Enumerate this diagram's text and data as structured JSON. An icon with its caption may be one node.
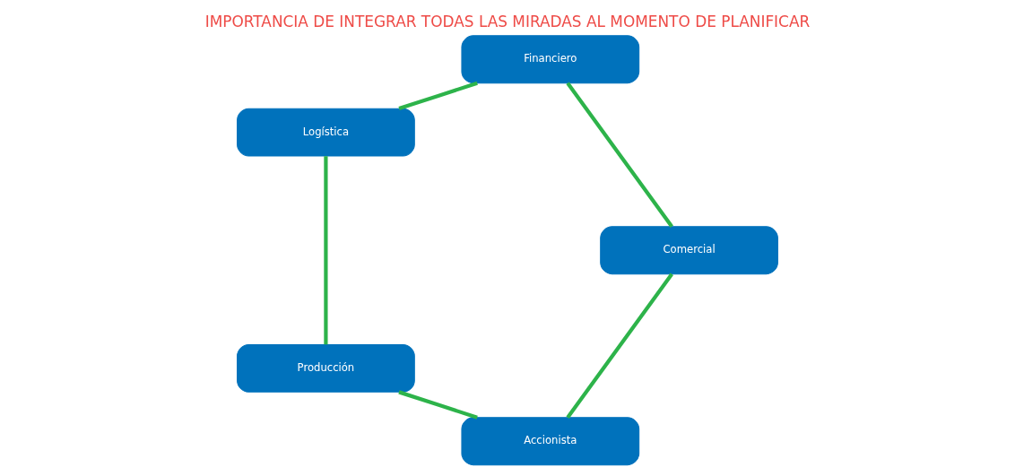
{
  "diagram": {
    "title": "IMPORTANCIA DE INTEGRAR TODAS LAS MIRADAS AL MOMENTO DE PLANIFICAR",
    "nodes": [
      {
        "text": [
          "Accionista"
        ]
      },
      {
        "text": [
          "Comercial"
        ]
      },
      {
        "text": [
          "Producción"
        ]
      },
      {
        "text": [
          "Financiero"
        ]
      },
      {
        "text": [
          "Logística"
        ]
      }
    ],
    "edges": [
      {
        "from": 0,
        "to": 2,
        "arrow": "none"
      },
      {
        "from": 2,
        "to": 4,
        "arrow": "none"
      },
      {
        "from": 4,
        "to": 3,
        "arrow": "none"
      },
      {
        "from": 3,
        "to": 1,
        "arrow": "none"
      },
      {
        "from": 1,
        "to": 0,
        "arrow": "none"
      }
    ]
  }
}
